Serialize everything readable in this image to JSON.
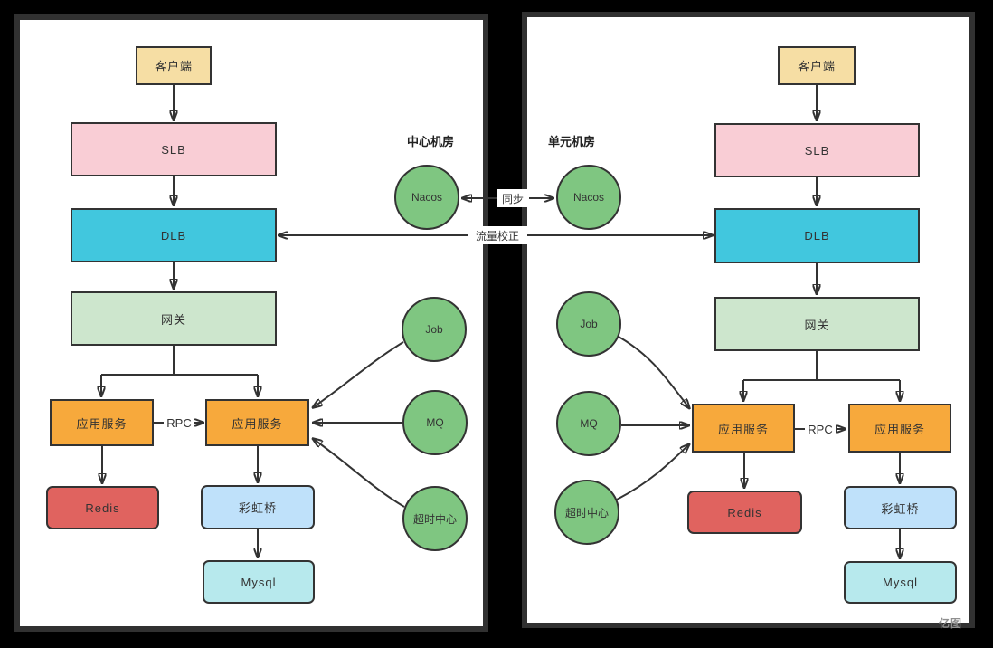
{
  "page": {
    "background": "#000000"
  },
  "rooms": {
    "center_label": "中心机房",
    "unit_label": "单元机房"
  },
  "connections": {
    "sync_label": "同步",
    "traffic_label": "流量校正",
    "rpc_left_label": "RPC",
    "rpc_right_label": "RPC"
  },
  "colors": {
    "stroke": "#333333",
    "panel_border": "#313131",
    "panel_bg": "#ffffff",
    "client": "#f6dea4",
    "slb": "#f9cdd5",
    "dlb": "#41c7de",
    "gateway": "#cde6cd",
    "app_service": "#f7a93c",
    "redis": "#e0635f",
    "rainbow_bridge": "#bfe1fa",
    "mysql": "#b7e9ed",
    "service_circle": "#7fc681"
  },
  "left": {
    "client": "客户端",
    "slb": "SLB",
    "dlb": "DLB",
    "gateway": "网关",
    "app1": "应用服务",
    "app2": "应用服务",
    "redis": "Redis",
    "rainbow": "彩虹桥",
    "mysql": "Mysql",
    "nacos": "Nacos",
    "job": "Job",
    "mq": "MQ",
    "timeout": "超时中心"
  },
  "right": {
    "client": "客户端",
    "slb": "SLB",
    "dlb": "DLB",
    "gateway": "网关",
    "app1": "应用服务",
    "app2": "应用服务",
    "redis": "Redis",
    "rainbow": "彩虹桥",
    "mysql": "Mysql",
    "nacos": "Nacos",
    "job": "Job",
    "mq": "MQ",
    "timeout": "超时中心"
  },
  "watermark": "亿图"
}
